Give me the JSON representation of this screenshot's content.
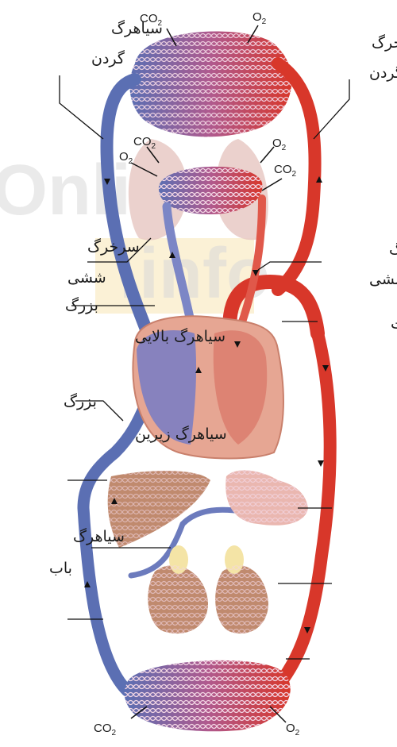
{
  "labels": {
    "neck_vein": [
      "سیاهرگ",
      "گردن"
    ],
    "neck_artery": [
      "سرخرگ",
      "گردن"
    ],
    "pulmonary_artery": [
      "سرخرگ",
      "ششی"
    ],
    "pulmonary_vein": [
      "سیاهرگ",
      "ششی"
    ],
    "superior_vena_cava": [
      "بزرگ",
      "سیاهرگ بالایی"
    ],
    "aorta": "آئورت",
    "inferior_vena_cava": [
      "بزرگ",
      "سیاهرگ زیرین"
    ],
    "portal_vein": [
      "سیاهرگ",
      "باب"
    ]
  },
  "gases": {
    "co2": "CO",
    "co2_sub": "2",
    "o2": "O",
    "o2_sub": "2"
  },
  "watermark": {
    "left": "Onli",
    "right": ".info"
  },
  "colors": {
    "vein": "#5b6fb3",
    "vein_light": "#8c96cc",
    "artery": "#d8372a",
    "artery_light": "#e86a4f",
    "capillary": "#b05a8e",
    "heart": "#e6a693",
    "heart_blue": "#7c7ec3",
    "organ": "#c08a6e",
    "lung": "#e8c9c4"
  }
}
